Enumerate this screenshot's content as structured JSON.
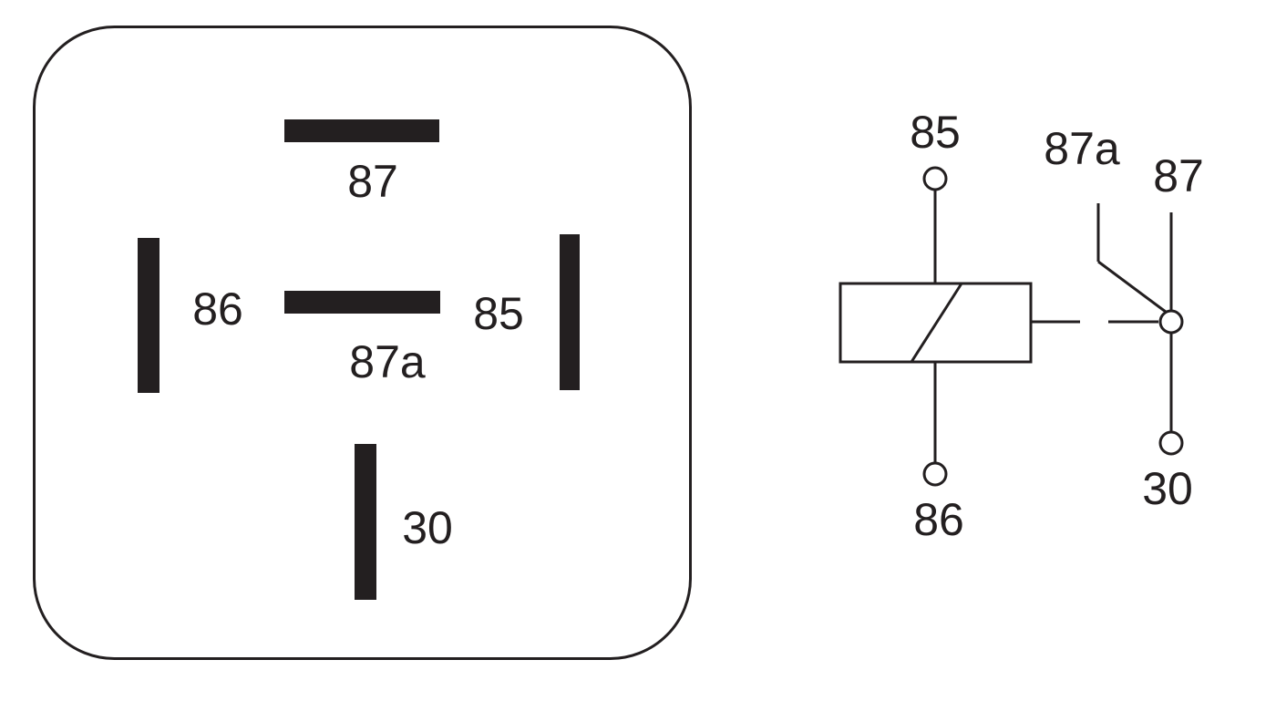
{
  "footprint": {
    "pins": {
      "p87": "87",
      "p86": "86",
      "p87a": "87a",
      "p85": "85",
      "p30": "30"
    }
  },
  "schematic": {
    "coil_top": "85",
    "coil_bottom": "86",
    "switch_nc": "87a",
    "switch_no": "87",
    "switch_common": "30"
  },
  "colors": {
    "ink": "#231f20",
    "background": "#ffffff"
  }
}
